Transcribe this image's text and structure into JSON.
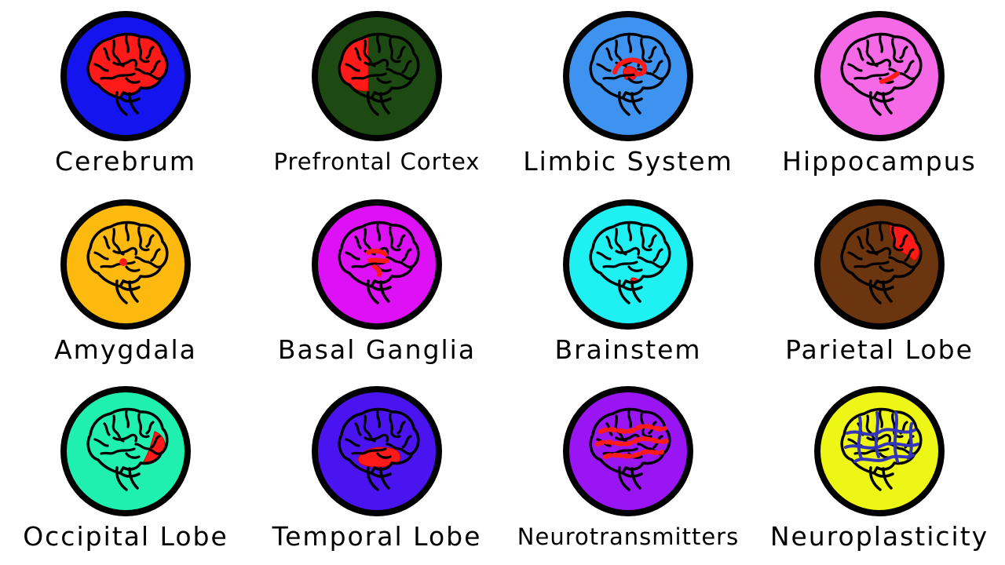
{
  "tiles": [
    {
      "key": "cerebrum",
      "label": "Cerebrum",
      "bg": "#1414ee",
      "highlight": "cerebrum",
      "icon": "brain-icon"
    },
    {
      "key": "prefrontal",
      "label": "Prefrontal Cortex",
      "bg": "#1d4a12",
      "highlight": "prefrontal",
      "icon": "brain-icon"
    },
    {
      "key": "limbic",
      "label": "Limbic System",
      "bg": "#3f93f0",
      "highlight": "limbic",
      "icon": "brain-icon"
    },
    {
      "key": "hippocampus",
      "label": "Hippocampus",
      "bg": "#f569e6",
      "highlight": "hippocampus",
      "icon": "brain-icon"
    },
    {
      "key": "amygdala",
      "label": "Amygdala",
      "bg": "#fdb90d",
      "highlight": "amygdala",
      "icon": "brain-icon"
    },
    {
      "key": "basal",
      "label": "Basal Ganglia",
      "bg": "#de10f5",
      "highlight": "basal",
      "icon": "brain-icon"
    },
    {
      "key": "brainstem",
      "label": "Brainstem",
      "bg": "#1ff1f2",
      "highlight": "brainstem",
      "icon": "brain-icon"
    },
    {
      "key": "parietal",
      "label": "Parietal Lobe",
      "bg": "#6b3510",
      "highlight": "parietal",
      "icon": "brain-icon"
    },
    {
      "key": "occipital",
      "label": "Occipital Lobe",
      "bg": "#1ff0b0",
      "highlight": "occipital",
      "icon": "brain-icon"
    },
    {
      "key": "temporal",
      "label": "Temporal Lobe",
      "bg": "#4a14f0",
      "highlight": "temporal",
      "icon": "brain-icon"
    },
    {
      "key": "neurotransmitters",
      "label": "Neurotransmitters",
      "bg": "#9915f3",
      "highlight": "neurotransmitters",
      "icon": "brain-icon"
    },
    {
      "key": "neuroplasticity",
      "label": "Neuroplasticity",
      "bg": "#eef615",
      "highlight": "neuroplasticity",
      "icon": "brain-icon"
    }
  ],
  "colors": {
    "outline": "#000000",
    "highlight": "#ff1a1a",
    "network": "#3434b8"
  }
}
